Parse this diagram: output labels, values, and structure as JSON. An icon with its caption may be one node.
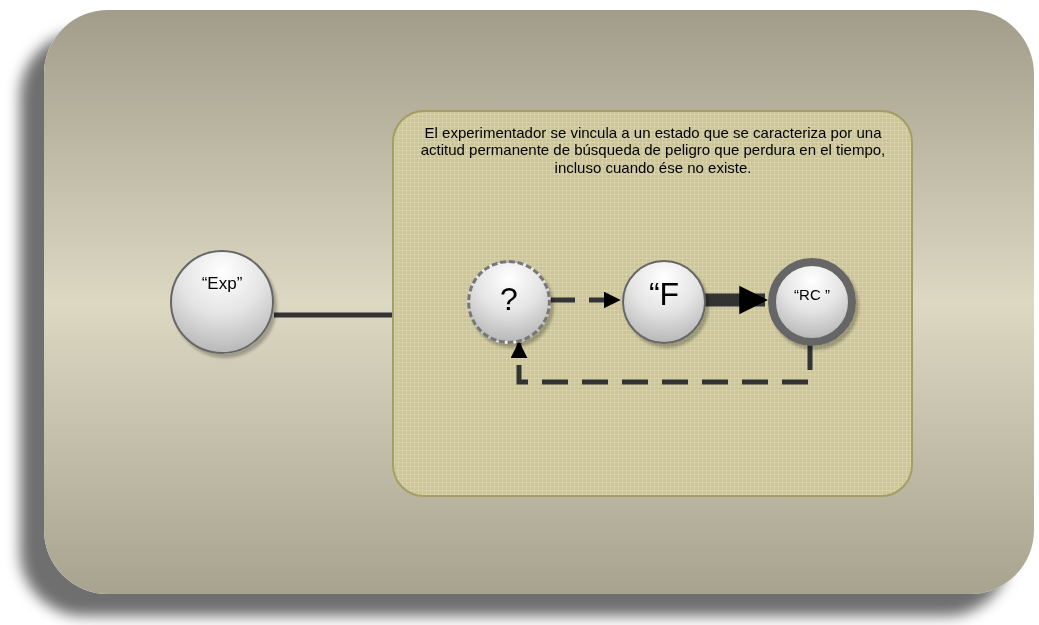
{
  "diagram": {
    "nodes": [
      {
        "text": [
          "“Exp”"
        ]
      },
      {
        "text": [
          "El experimentador se vincula a un estado que se caracteriza por una actitud permanente de búsqueda de peligro que perdura en el tiempo, incluso cuando ése no existe."
        ]
      },
      {
        "text": [
          "?"
        ],
        "in": 1
      },
      {
        "text": [
          "“F"
        ],
        "in": 1
      },
      {
        "text": [
          "“RC ”"
        ],
        "in": 1
      }
    ],
    "edges": [
      {
        "from": 0,
        "to": 1,
        "arrow": "none"
      },
      {
        "from": 2,
        "to": 3,
        "arrow": "to",
        "style": "dashed"
      },
      {
        "from": 3,
        "to": 4,
        "arrow": "to",
        "style": "thick"
      },
      {
        "from": 4,
        "to": 2,
        "arrow": "to",
        "style": "dashed"
      }
    ]
  }
}
